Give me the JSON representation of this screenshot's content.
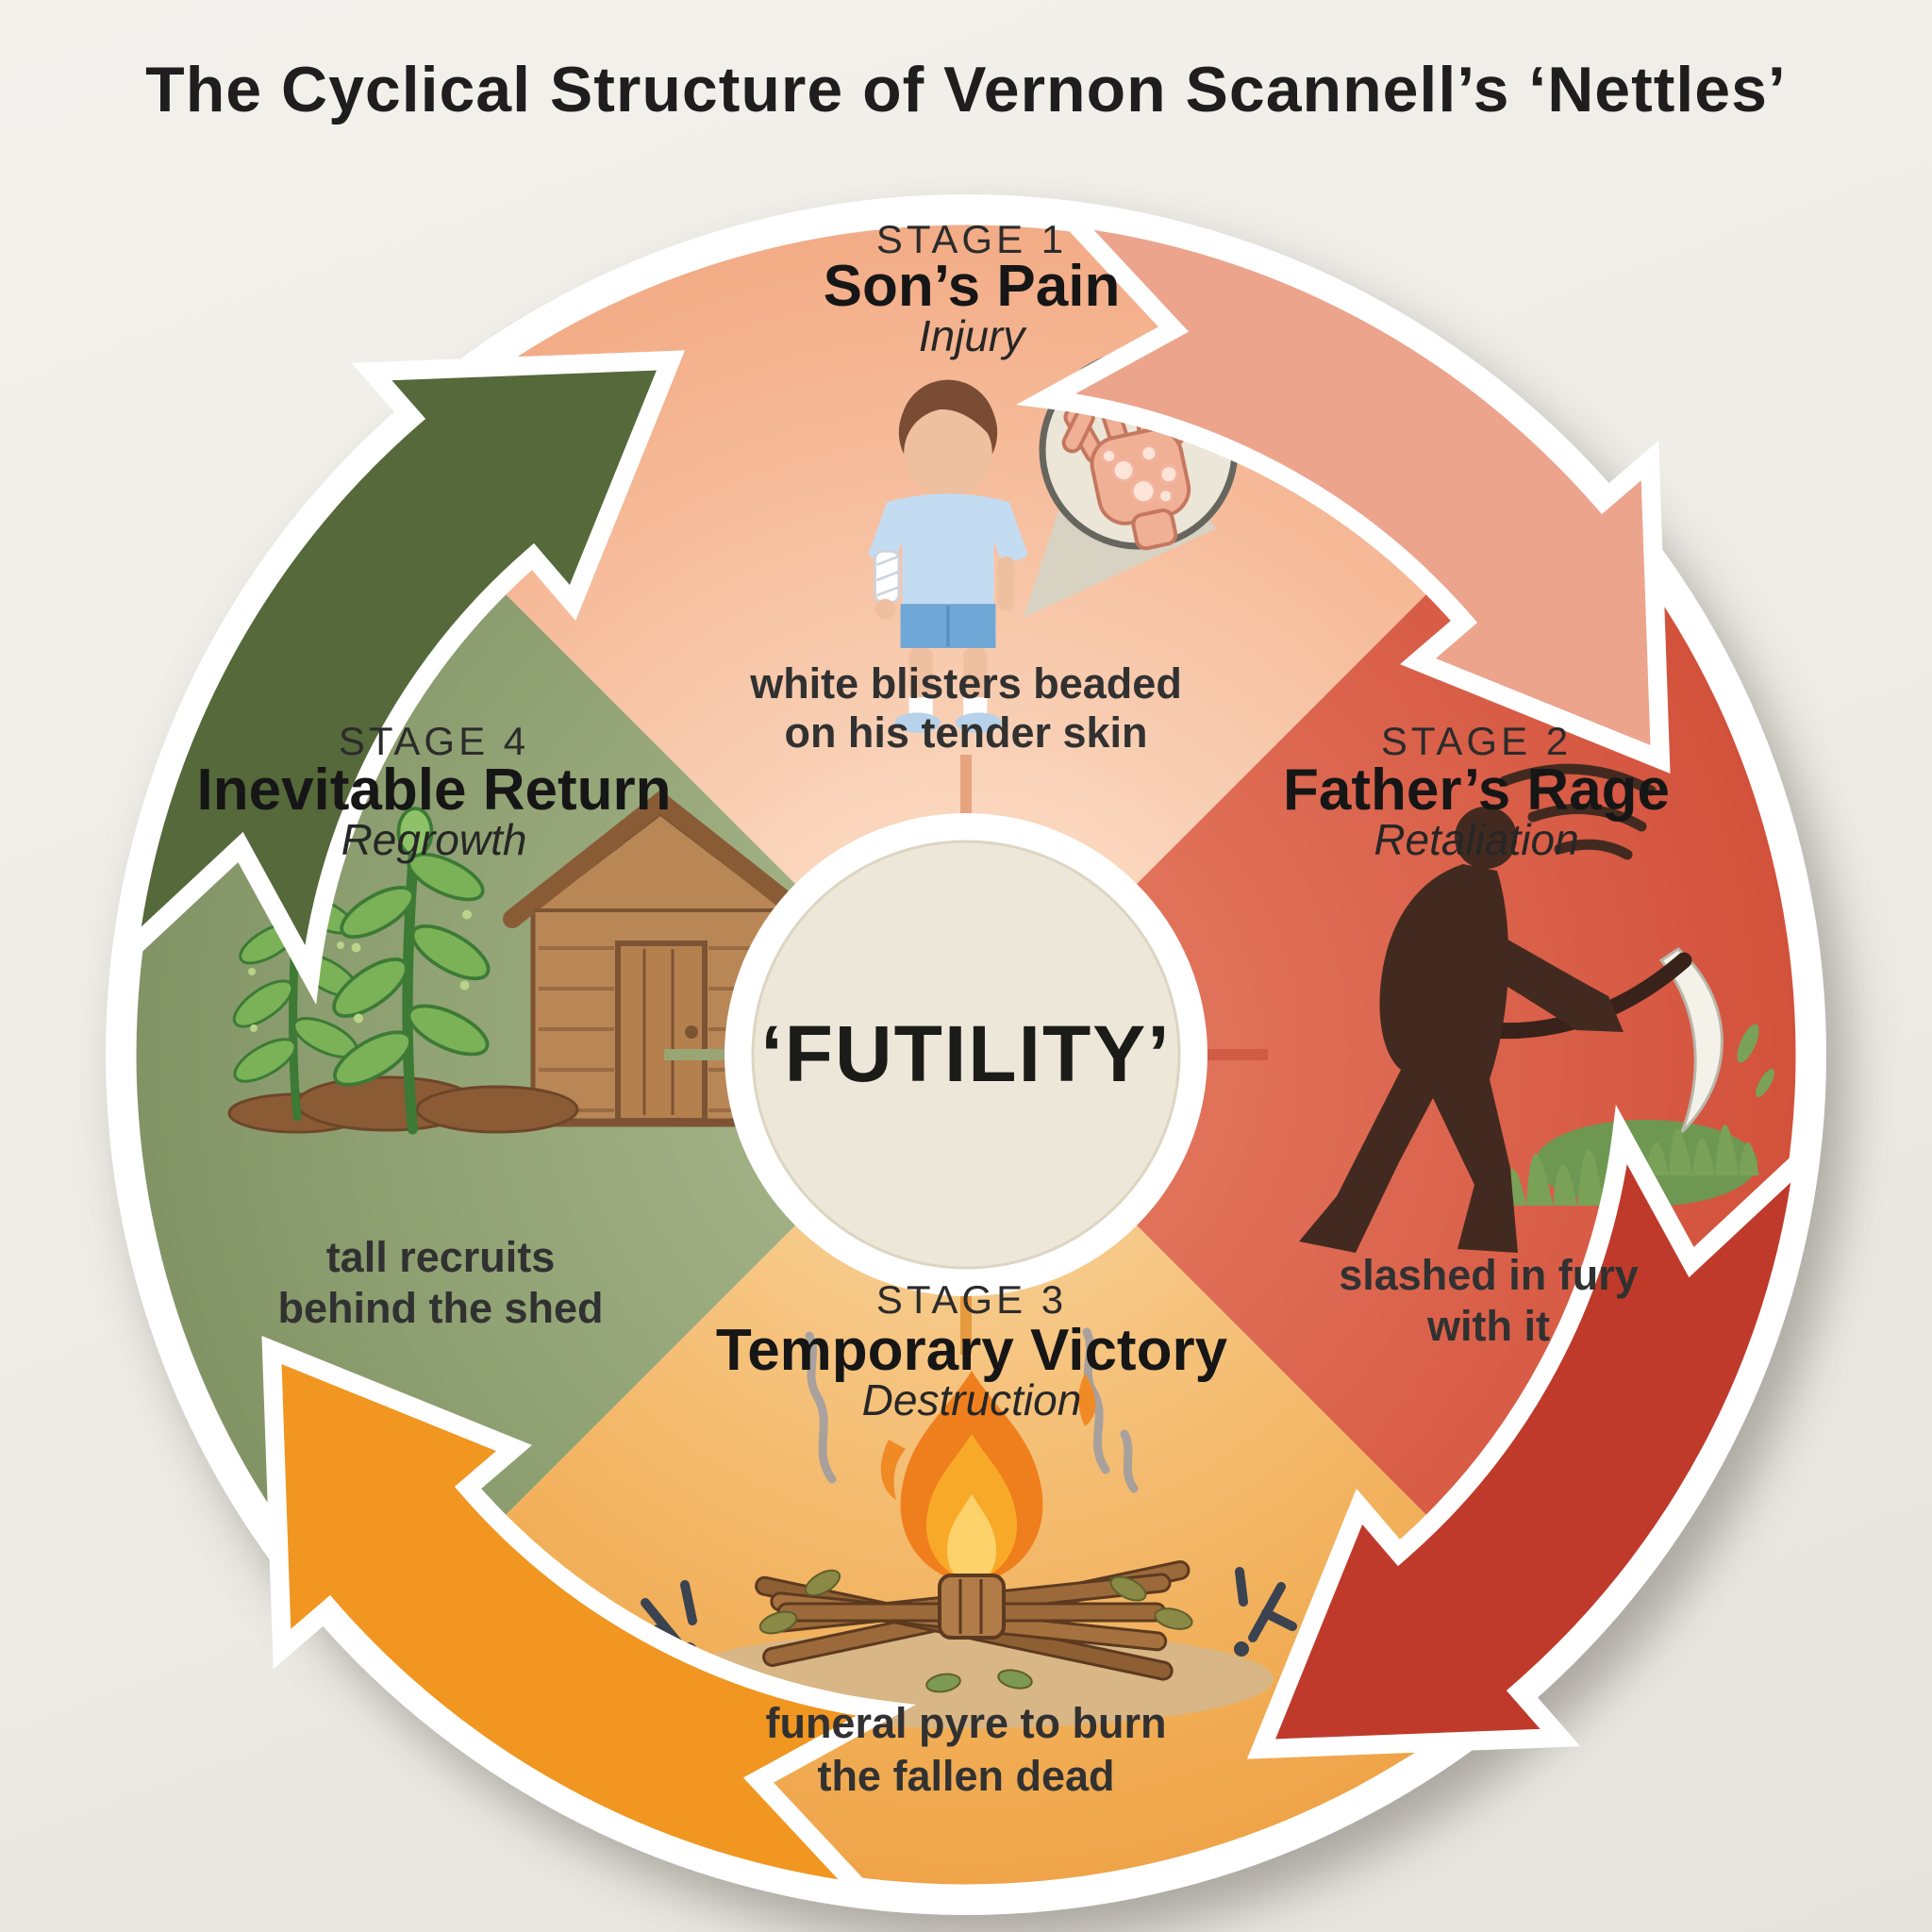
{
  "title": "The Cyclical Structure of Vernon Scannell’s ‘Nettles’",
  "center": {
    "label": "‘FUTILITY’"
  },
  "stages": [
    {
      "stage_label": "STAGE 1",
      "name": "Son’s Pain",
      "theme": "Injury",
      "quote_line1": "white blisters beaded",
      "quote_line2": "on his tender skin",
      "color": "#f5b693",
      "icon": "injured-boy-with-blistered-hand-icon"
    },
    {
      "stage_label": "STAGE 2",
      "name": "Father’s Rage",
      "theme": "Retaliation",
      "quote_line1": "slashed in fury",
      "quote_line2": "with it",
      "color": "#d75a44",
      "icon": "man-swinging-scythe-icon"
    },
    {
      "stage_label": "STAGE 3",
      "name": "Temporary Victory",
      "theme": "Destruction",
      "quote_line1": "funeral pyre to burn",
      "quote_line2": "the fallen dead",
      "color": "#f1ad55",
      "icon": "bonfire-funeral-pyre-icon"
    },
    {
      "stage_label": "STAGE 4",
      "name": "Inevitable Return",
      "theme": "Regrowth",
      "quote_line1": "tall recruits",
      "quote_line2": "behind the shed",
      "color": "#8a9c6d",
      "icon": "nettles-and-garden-shed-icon"
    }
  ],
  "palette": {
    "background": "#f0eeea",
    "center_fill": "#ece7d9",
    "arrow_stage4_to_1": "#55693b",
    "arrow_stage1_to_2": "#eca48d",
    "arrow_stage2_to_3": "#bf3a2b",
    "arrow_stage3_to_4": "#f09621",
    "text_dark": "#1e1e1e"
  }
}
